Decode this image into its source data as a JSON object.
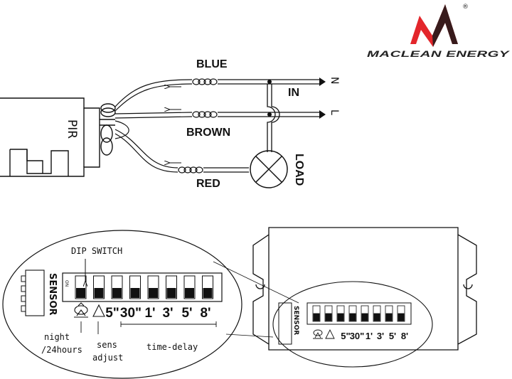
{
  "brand": {
    "name": "MACLEAN ENERGY",
    "registered_mark": "®",
    "colors": {
      "logo_red": "#e3262b",
      "logo_dark": "#1a1a1a"
    }
  },
  "wiring": {
    "module_label": "PIR",
    "wire_labels": {
      "blue": "BLUE",
      "brown": "BROWN",
      "red": "RED"
    },
    "mains_label": "IN",
    "terminals": {
      "neutral": "N",
      "live": "L"
    },
    "load_label": "LOAD"
  },
  "detail": {
    "sensor_label": "SENSOR",
    "dip_switch_label": "DIP SWITCH",
    "on_label": "ON",
    "switch_settings": [
      "5\"",
      "30\"",
      "1'",
      "3'",
      "5'",
      "8'"
    ],
    "annotations": {
      "night_line1": "night",
      "night_line2": "/24hours",
      "sens_line1": "sens",
      "sens_line2": "adjust",
      "time_delay": "time-delay"
    }
  }
}
